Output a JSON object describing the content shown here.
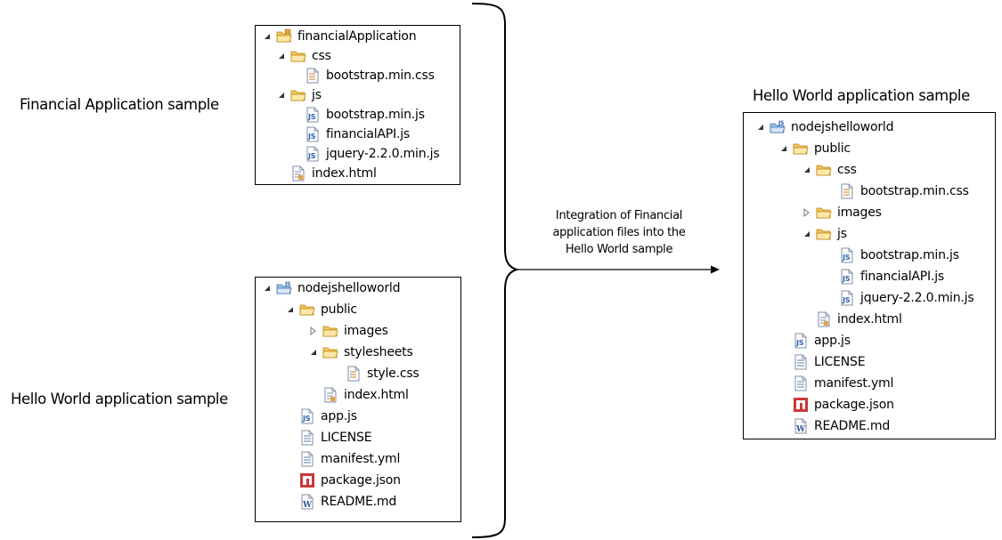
{
  "captions": {
    "financial": "Financial Application sample",
    "hello_left": "Hello World application sample",
    "hello_right": "Hello World application sample"
  },
  "integration_text": [
    "Integration of Financial",
    "application files into the",
    "Hello World sample"
  ],
  "colors": {
    "folder": "#f2c462",
    "folder_stroke": "#b8860b",
    "npm_red": "#cb3837",
    "js_blue": "#2c62b0",
    "text_doc": "#5b7fb5"
  },
  "panels": {
    "financial": [
      {
        "label": "financialApplication",
        "icon": "project-folder",
        "level": 0,
        "twisty": "expanded"
      },
      {
        "label": "css",
        "icon": "folder",
        "level": 1,
        "twisty": "expanded"
      },
      {
        "label": "bootstrap.min.css",
        "icon": "css-file",
        "level": 2,
        "twisty": "none"
      },
      {
        "label": "js",
        "icon": "folder",
        "level": 1,
        "twisty": "expanded"
      },
      {
        "label": "bootstrap.min.js",
        "icon": "js-file",
        "level": 2,
        "twisty": "none"
      },
      {
        "label": "financialAPI.js",
        "icon": "js-file",
        "level": 2,
        "twisty": "none"
      },
      {
        "label": "jquery-2.2.0.min.js",
        "icon": "js-file",
        "level": 2,
        "twisty": "none"
      },
      {
        "label": "index.html",
        "icon": "html-file",
        "level": 1,
        "twisty": "none"
      }
    ],
    "hello_left": [
      {
        "label": "nodejshelloworld",
        "icon": "node-project",
        "level": 0,
        "twisty": "expanded"
      },
      {
        "label": "public",
        "icon": "folder",
        "level": 1,
        "twisty": "expanded"
      },
      {
        "label": "images",
        "icon": "folder",
        "level": 2,
        "twisty": "collapsed"
      },
      {
        "label": "stylesheets",
        "icon": "folder",
        "level": 2,
        "twisty": "expanded"
      },
      {
        "label": "style.css",
        "icon": "css-file",
        "level": 3,
        "twisty": "none"
      },
      {
        "label": "index.html",
        "icon": "html-file",
        "level": 2,
        "twisty": "none"
      },
      {
        "label": "app.js",
        "icon": "js-file",
        "level": 1,
        "twisty": "none"
      },
      {
        "label": "LICENSE",
        "icon": "text-file",
        "level": 1,
        "twisty": "none"
      },
      {
        "label": "manifest.yml",
        "icon": "text-file",
        "level": 1,
        "twisty": "none"
      },
      {
        "label": "package.json",
        "icon": "npm-file",
        "level": 1,
        "twisty": "none"
      },
      {
        "label": "README.md",
        "icon": "word-file",
        "level": 1,
        "twisty": "none"
      }
    ],
    "hello_right": [
      {
        "label": "nodejshelloworld",
        "icon": "node-project",
        "level": 0,
        "twisty": "expanded"
      },
      {
        "label": "public",
        "icon": "folder",
        "level": 1,
        "twisty": "expanded"
      },
      {
        "label": "css",
        "icon": "folder",
        "level": 2,
        "twisty": "expanded"
      },
      {
        "label": "bootstrap.min.css",
        "icon": "css-file",
        "level": 3,
        "twisty": "none"
      },
      {
        "label": "images",
        "icon": "folder",
        "level": 2,
        "twisty": "collapsed"
      },
      {
        "label": "js",
        "icon": "folder",
        "level": 2,
        "twisty": "expanded"
      },
      {
        "label": "bootstrap.min.js",
        "icon": "js-file",
        "level": 3,
        "twisty": "none"
      },
      {
        "label": "financialAPI.js",
        "icon": "js-file",
        "level": 3,
        "twisty": "none"
      },
      {
        "label": "jquery-2.2.0.min.js",
        "icon": "js-file",
        "level": 3,
        "twisty": "none"
      },
      {
        "label": "index.html",
        "icon": "html-file",
        "level": 2,
        "twisty": "none"
      },
      {
        "label": "app.js",
        "icon": "js-file",
        "level": 1,
        "twisty": "none"
      },
      {
        "label": "LICENSE",
        "icon": "text-file",
        "level": 1,
        "twisty": "none"
      },
      {
        "label": "manifest.yml",
        "icon": "text-file",
        "level": 1,
        "twisty": "none"
      },
      {
        "label": "package.json",
        "icon": "npm-file",
        "level": 1,
        "twisty": "none"
      },
      {
        "label": "README.md",
        "icon": "word-file",
        "level": 1,
        "twisty": "none"
      }
    ]
  }
}
